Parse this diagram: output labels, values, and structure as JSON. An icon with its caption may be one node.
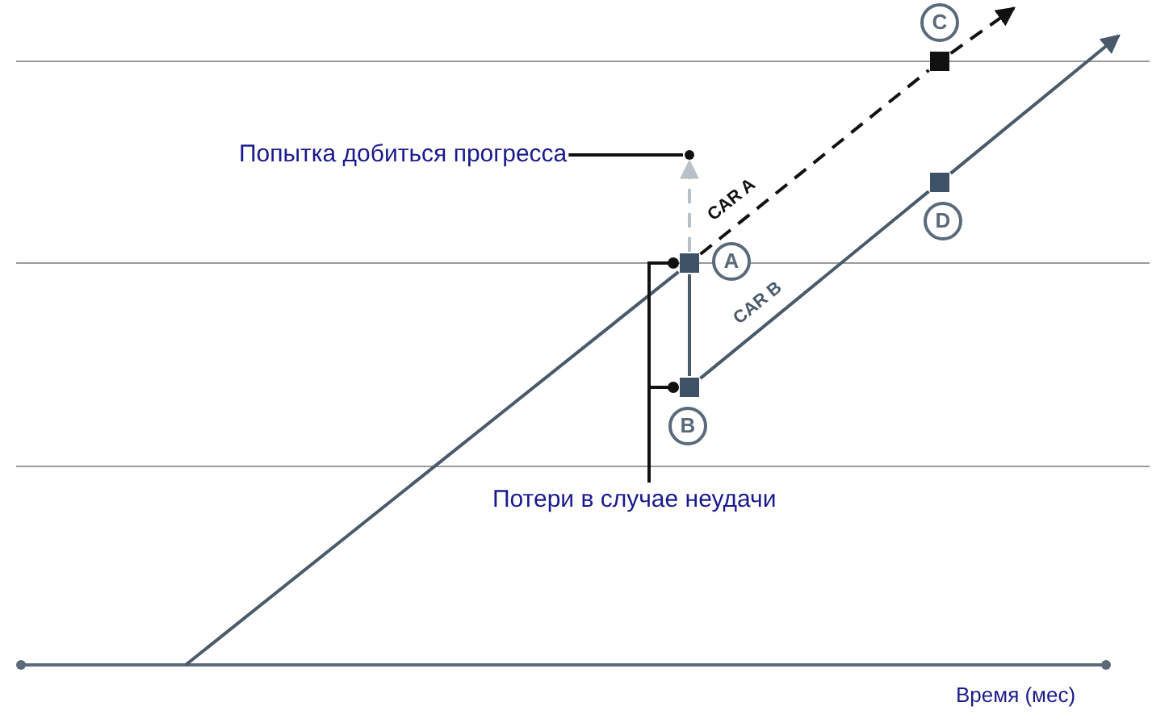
{
  "diagram": {
    "nodes": [
      {
        "text": [
          "Попытка добиться прогресса"
        ]
      },
      {
        "text": [],
        "shape": "circle"
      },
      {
        "text": [],
        "shape": "box"
      },
      {
        "text": [
          "A"
        ]
      },
      {
        "text": [],
        "shape": "box"
      },
      {
        "text": [
          "B"
        ]
      },
      {
        "text": [],
        "shape": "box"
      },
      {
        "text": [
          "C"
        ]
      },
      {
        "text": [],
        "shape": "box"
      },
      {
        "text": [
          "D"
        ]
      },
      {
        "text": [
          "Потери в случае неудачи"
        ]
      }
    ],
    "edges": [
      {
        "from": 0,
        "to": 1,
        "arrow": "none"
      },
      {
        "from": 2,
        "to": 1,
        "arrow": "to",
        "style": "dashed",
        "color": "#b8c0c8"
      },
      {
        "from": 2,
        "to": 6,
        "arrow": "none",
        "style": "dashed",
        "color": "#111111",
        "label": "CAR A"
      },
      {
        "from": 6,
        "to": null,
        "arrow": "to",
        "style": "dashed",
        "color": "#111111"
      },
      {
        "from": 2,
        "to": 4,
        "arrow": "none"
      },
      {
        "from": 4,
        "to": 8,
        "arrow": "none",
        "label": "CAR B"
      },
      {
        "from": 8,
        "to": null,
        "arrow": "to"
      },
      {
        "from": null,
        "to": 2,
        "arrow": "none"
      },
      {
        "from": 10,
        "to": 2,
        "arrow": "other"
      },
      {
        "from": 10,
        "to": 4,
        "arrow": "other"
      }
    ],
    "labels": [
      "Время (мес)"
    ]
  }
}
